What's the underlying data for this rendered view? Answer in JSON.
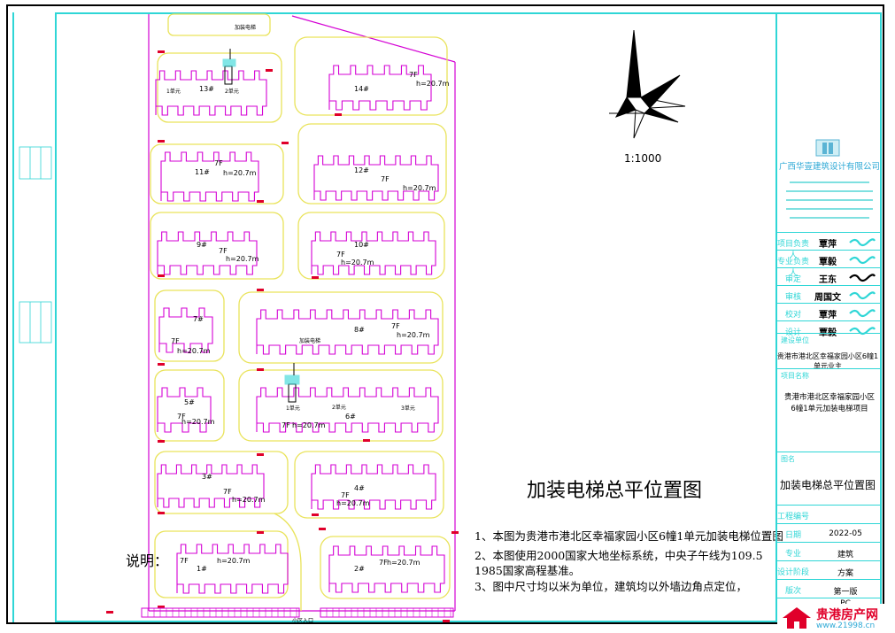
{
  "drawing": {
    "title": "加装电梯总平位置图",
    "scale": "1:1000",
    "notes_heading": "说明：",
    "notes": [
      "1、本图为贵港市港北区幸福家园小区6幢1单元加装电梯位置图",
      "2、本图使用2000国家大地坐标系统，中央子午线为109.5",
      "1985国家高程基准。",
      "3、图中尺寸均以米为单位，建筑均以外墙边角点定位，"
    ]
  },
  "buildings": [
    {
      "id": "13",
      "label": "13#",
      "unit1": "1单元",
      "unit2": "2单元",
      "floors": "",
      "height": ""
    },
    {
      "id": "14",
      "label": "14#",
      "floors": "7F",
      "height": "h=20.7m"
    },
    {
      "id": "11",
      "label": "11#",
      "floors": "7F",
      "height": "h=20.7m"
    },
    {
      "id": "12",
      "label": "12#",
      "floors": "7F",
      "height": "h=20.7m"
    },
    {
      "id": "9",
      "label": "9#",
      "floors": "7F",
      "height": "h=20.7m"
    },
    {
      "id": "10",
      "label": "10#",
      "floors": "7F",
      "height": "h=20.7m"
    },
    {
      "id": "7",
      "label": "7#",
      "floors": "7F",
      "height": "h=20.7m"
    },
    {
      "id": "8",
      "label": "8#",
      "floors": "7F",
      "height": "h=20.7m"
    },
    {
      "id": "5",
      "label": "5#",
      "floors": "7F",
      "height": "h=20.7m"
    },
    {
      "id": "6",
      "label": "6#",
      "unit1": "1单元",
      "unit2": "2单元",
      "unit3": "3单元",
      "floors": "7F",
      "height": "h=20.7m"
    },
    {
      "id": "3",
      "label": "3#",
      "floors": "7F",
      "height": "h=20.7m"
    },
    {
      "id": "4",
      "label": "4#",
      "floors": "7F",
      "height": "h=20.7m"
    },
    {
      "id": "1",
      "label": "1#",
      "floors": "7F",
      "height": "h=20.7m"
    },
    {
      "id": "2",
      "label": "2#",
      "floors": "7F",
      "height": "h=20.7m"
    }
  ],
  "elevator_labels": [
    "加装电梯",
    "加装电梯"
  ],
  "entrance_label": "小区入口",
  "title_block": {
    "company": "广西华壹建筑设计有限公司",
    "roles": [
      {
        "label": "项目负责人",
        "name": "覃萍"
      },
      {
        "label": "专业负责人",
        "name": "覃毅"
      },
      {
        "label": "审定",
        "name": "王东"
      },
      {
        "label": "审核",
        "name": "周国文"
      },
      {
        "label": "校对",
        "name": "覃萍"
      },
      {
        "label": "设计",
        "name": "覃毅"
      }
    ],
    "client_label": "建设单位",
    "client": "贵港市港北区幸福家园小区6幢1单元业主",
    "project_label": "项目名称",
    "project": "贵港市港北区幸福家园小区6幢1单元加装电梯项目",
    "drawing_name_label": "图名",
    "drawing_name": "加装电梯总平位置图",
    "project_no_label": "工程编号",
    "date_label": "日期",
    "date": "2022-05",
    "discipline_label": "专业",
    "discipline": "建筑",
    "stage_label": "设计阶段",
    "stage": "方案",
    "edition_label": "版次",
    "edition": "第一版",
    "drawing_no": "PC"
  },
  "watermark": {
    "name": "贵港房产网",
    "url": "www.21998.cn"
  },
  "colors": {
    "building": "#d400d4",
    "green_boundary": "#e9e35a",
    "frame": "#2fd6d6",
    "annotation": "#e0002a"
  }
}
